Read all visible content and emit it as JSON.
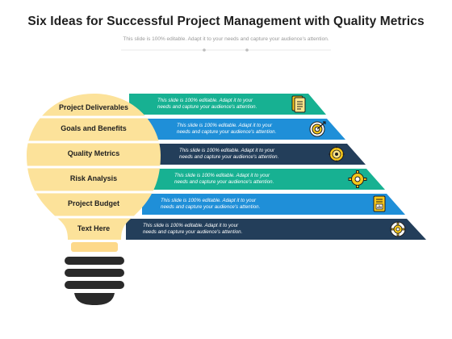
{
  "header": {
    "title": "Six Ideas for Successful Project Management with Quality Metrics",
    "subtitle": "This slide is 100% editable. Adapt it to your needs and capture your audience's attention."
  },
  "colors": {
    "bulb": "#FCE29A",
    "bulb_neck": "#FDD98A",
    "base": "#2A2A2A",
    "teal": "#17B192",
    "blue": "#1F8FD8",
    "navy": "#233E5A",
    "icon_yellow": "#F8C81A"
  },
  "items": [
    {
      "label": "Project Deliverables",
      "desc_line1": "This slide is 100% editable. Adapt it to your",
      "desc_line2": "needs and capture your audience's attention.",
      "icon": "document-icon"
    },
    {
      "label": "Goals and Benefits",
      "desc_line1": "This slide is 100% editable. Adapt it to your",
      "desc_line2": "needs and capture your audience's attention.",
      "icon": "target-icon"
    },
    {
      "label": "Quality Metrics",
      "desc_line1": "This slide is 100% editable. Adapt it to your",
      "desc_line2": "needs and capture your audience's attention.",
      "icon": "quality-badge-icon"
    },
    {
      "label": "Risk Analysis",
      "desc_line1": "This slide is 100% editable. Adapt it to your",
      "desc_line2": "needs and capture your audience's attention.",
      "icon": "gear-icon"
    },
    {
      "label": "Project Budget",
      "desc_line1": "This slide is 100% editable. Adapt it to your",
      "desc_line2": "needs and capture your audience's attention.",
      "icon": "budget-report-icon"
    },
    {
      "label": "Text Here",
      "desc_line1": "This slide is 100% editable. Adapt it to your",
      "desc_line2": "needs and capture your audience's attention.",
      "icon": "settings-badge-icon"
    }
  ]
}
